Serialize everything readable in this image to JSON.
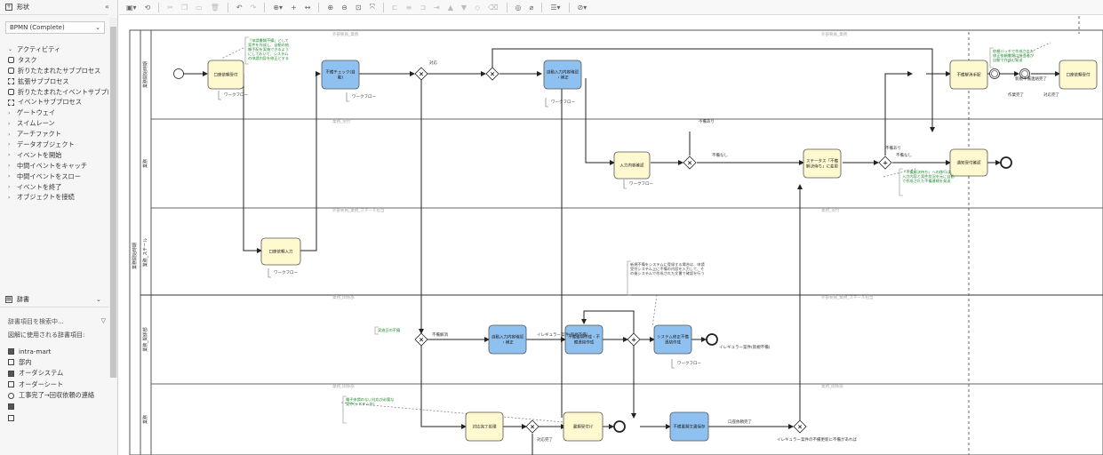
{
  "left_panel": {
    "shapes_header": "形状",
    "palette_select": "BPMN (Complete)",
    "tree": [
      {
        "label": "アクティビティ",
        "type": "expanded"
      },
      {
        "label": "タスク",
        "type": "shape"
      },
      {
        "label": "折りたたまれたサブプロセス",
        "type": "shape"
      },
      {
        "label": "拡張サブプロセス",
        "type": "shape"
      },
      {
        "label": "折りたたまれたイベントサブプロセス",
        "type": "shape"
      },
      {
        "label": "イベントサブプロセス",
        "type": "shape"
      },
      {
        "label": "ゲートウェイ",
        "type": "group"
      },
      {
        "label": "スイムレーン",
        "type": "group"
      },
      {
        "label": "アーチファクト",
        "type": "group"
      },
      {
        "label": "データオブジェクト",
        "type": "group"
      },
      {
        "label": "イベントを開始",
        "type": "group"
      },
      {
        "label": "中間イベントをキャッチ",
        "type": "group"
      },
      {
        "label": "中間イベントをスロー",
        "type": "group"
      },
      {
        "label": "イベントを終了",
        "type": "group"
      },
      {
        "label": "オブジェクトを接続",
        "type": "group"
      }
    ],
    "dictionary_header": "辞書",
    "dictionary_search_placeholder": "辞書項目を検索中...",
    "dictionary_used_label": "図解に使用される辞書項目:",
    "dictionary_items": [
      "intra-mart",
      "部内",
      "オーダシステム",
      "オーダーシート",
      "工事完了→回収依頼の連絡",
      "",
      ""
    ]
  },
  "canvas": {
    "lane_labels": [
      "業務開始時期",
      "業務",
      "業務_スチール",
      "業務_関係部",
      "業務"
    ],
    "lane_headers": [
      "外部要員_業務",
      "業務_受付",
      "外部要員_業務_スチール担当",
      "業務_関係部",
      "業務_関係部"
    ],
    "tasks": [
      {
        "id": "t1",
        "label": "口座依頼受付",
        "color": "yellow"
      },
      {
        "id": "t2",
        "label": "不備チェック(自動)",
        "color": "blue"
      },
      {
        "id": "t3",
        "label": "自動入力内容確認・補正",
        "color": "blue"
      },
      {
        "id": "t4",
        "label": "入力内容確認",
        "color": "yellow"
      },
      {
        "id": "t5",
        "label": "ステータス「不備解決待ち」に変更",
        "color": "yellow"
      },
      {
        "id": "t6",
        "label": "不備解消手配",
        "color": "yellow"
      },
      {
        "id": "t7",
        "label": "口座依頼受付",
        "color": "yellow"
      },
      {
        "id": "t8",
        "label": "口座依頼入力",
        "color": "yellow"
      },
      {
        "id": "t9",
        "label": "通知受付確認",
        "color": "yellow"
      },
      {
        "id": "t10",
        "label": "自動入力内容確認・補正",
        "color": "blue"
      },
      {
        "id": "t11",
        "label": "不備書類作成・不備連絡作成",
        "color": "blue"
      },
      {
        "id": "t12",
        "label": "システム修正不備連絡作成",
        "color": "blue"
      },
      {
        "id": "t13",
        "label": "対応完了処理",
        "color": "yellow"
      },
      {
        "id": "t14",
        "label": "書類受付け",
        "color": "yellow"
      },
      {
        "id": "t15",
        "label": "不備書類文書保存",
        "color": "blue"
      }
    ],
    "edge_labels": [
      "ワークフロー",
      "ワークフロー",
      "ワークフロー",
      "ワークフロー",
      "ワークフロー",
      "ワークフロー",
      "対応",
      "不備なし",
      "不備あり",
      "不備なし",
      "不備あり",
      "作業完了",
      "対応完了",
      "不備解消",
      "イレギュラー案件(新規不備)",
      "イレギュラー案件(新規不備)",
      "新規不備連絡完了",
      "口座依頼完了",
      "対応完了",
      "イレギュラー案件の不備更新に不備があれば"
    ],
    "annotations": [
      "「申請書類不備」として案件を作成し、自動の依頼手配を実施できるようにしておいて、システムの申請内容を修正とする",
      "依頼バッチで作成された修正依頼書類は担当者が自動で作成し発送",
      "「不備解決待ち」への移行は、入力内容と案件状況を元に自動で作成された不備連絡を発送",
      "新規不備をシステムに登録する場合は、申請受付システム上に不備の内容を入力して、その後システムで作成された文書で確認を行う",
      "実施日の不備",
      "電子申請のない対応が必要な案件(システム外)"
    ]
  },
  "colors": {
    "accent_yellow": "#fff9cf",
    "accent_blue": "#8fc1f0",
    "note_green": "#1f8a2e"
  }
}
